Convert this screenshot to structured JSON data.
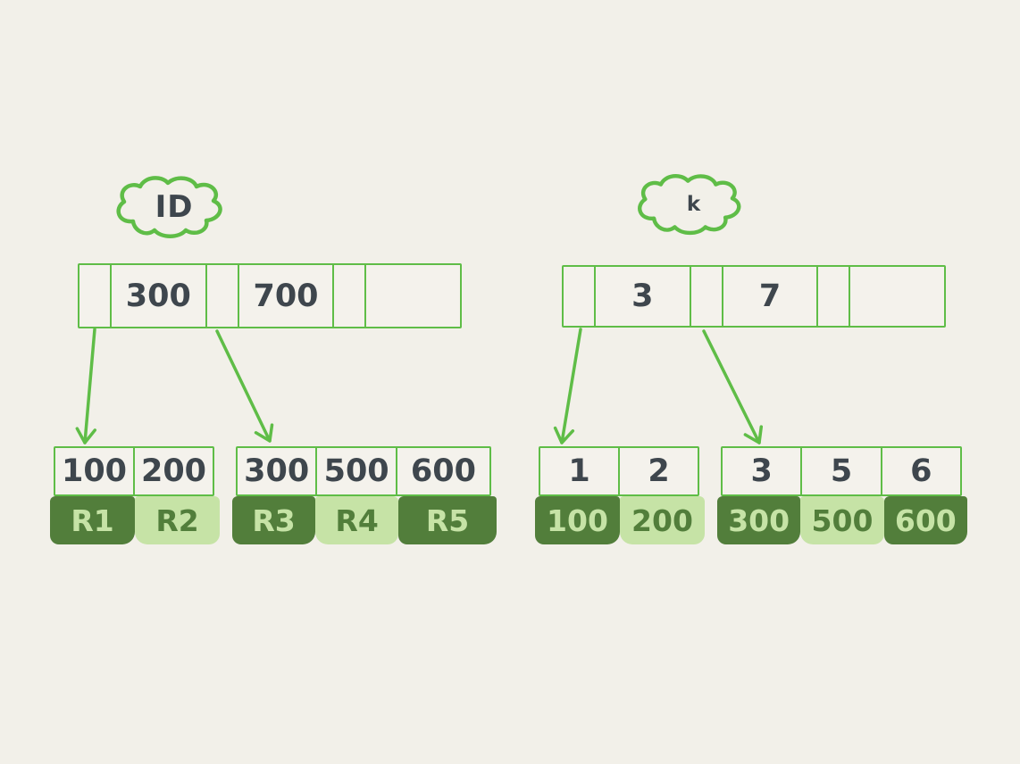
{
  "palette": {
    "background": "#f2f0e9",
    "stroke_green": "#5fbd47",
    "dark_green": "#527e3b",
    "light_green": "#c6e3a6",
    "ink": "#3e464d"
  },
  "left_index": {
    "label": "ID",
    "internal_node": {
      "cells": [
        "",
        "300",
        "",
        "700",
        "",
        ""
      ]
    },
    "leaf_nodes": [
      {
        "keys": [
          "100",
          "200"
        ],
        "pointers": [
          {
            "label": "R1",
            "tone": "dark"
          },
          {
            "label": "R2",
            "tone": "light"
          }
        ]
      },
      {
        "keys": [
          "300",
          "500",
          "600"
        ],
        "pointers": [
          {
            "label": "R3",
            "tone": "dark"
          },
          {
            "label": "R4",
            "tone": "light"
          },
          {
            "label": "R5",
            "tone": "dark"
          }
        ]
      }
    ]
  },
  "right_index": {
    "label": "k",
    "internal_node": {
      "cells": [
        "",
        "3",
        "",
        "7",
        "",
        ""
      ]
    },
    "leaf_nodes": [
      {
        "keys": [
          "1",
          "2"
        ],
        "pointers": [
          {
            "label": "100",
            "tone": "dark"
          },
          {
            "label": "200",
            "tone": "light"
          }
        ]
      },
      {
        "keys": [
          "3",
          "5",
          "6"
        ],
        "pointers": [
          {
            "label": "300",
            "tone": "dark"
          },
          {
            "label": "500",
            "tone": "light"
          },
          {
            "label": "600",
            "tone": "dark"
          }
        ]
      }
    ]
  }
}
